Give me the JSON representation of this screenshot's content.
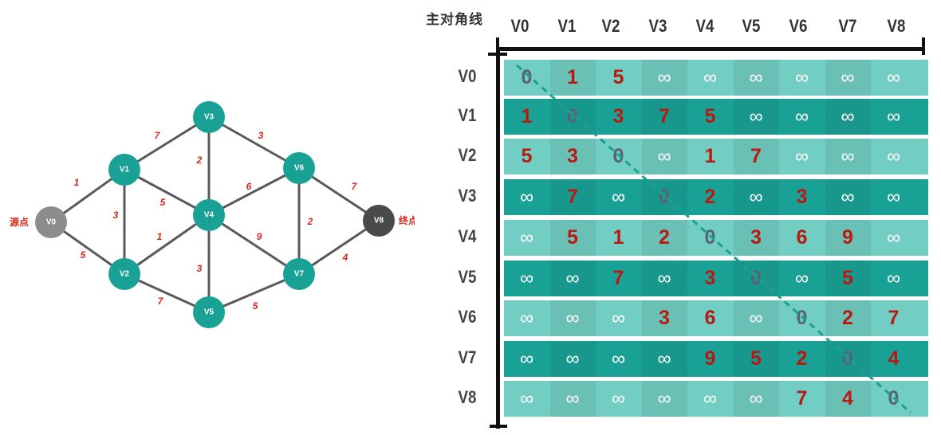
{
  "graph": {
    "source_label": "源点",
    "target_label": "终点",
    "nodes": [
      {
        "id": "V0",
        "color": "#8c8c8c"
      },
      {
        "id": "V1",
        "color": "#1aa196"
      },
      {
        "id": "V2",
        "color": "#1aa196"
      },
      {
        "id": "V3",
        "color": "#1aa196"
      },
      {
        "id": "V4",
        "color": "#1aa196"
      },
      {
        "id": "V5",
        "color": "#1aa196"
      },
      {
        "id": "V6",
        "color": "#1aa196"
      },
      {
        "id": "V7",
        "color": "#1aa196"
      },
      {
        "id": "V8",
        "color": "#4a4a4a"
      }
    ],
    "edges": [
      {
        "from": "V0",
        "to": "V1",
        "weight": "1"
      },
      {
        "from": "V0",
        "to": "V2",
        "weight": "5"
      },
      {
        "from": "V1",
        "to": "V3",
        "weight": "7"
      },
      {
        "from": "V1",
        "to": "V2",
        "weight": "3"
      },
      {
        "from": "V1",
        "to": "V4",
        "weight": "5"
      },
      {
        "from": "V2",
        "to": "V4",
        "weight": "1"
      },
      {
        "from": "V2",
        "to": "V5",
        "weight": "7"
      },
      {
        "from": "V3",
        "to": "V4",
        "weight": "2"
      },
      {
        "from": "V3",
        "to": "V6",
        "weight": "3"
      },
      {
        "from": "V4",
        "to": "V6",
        "weight": "6"
      },
      {
        "from": "V4",
        "to": "V7",
        "weight": "9"
      },
      {
        "from": "V4",
        "to": "V5",
        "weight": "3"
      },
      {
        "from": "V5",
        "to": "V7",
        "weight": "5"
      },
      {
        "from": "V6",
        "to": "V7",
        "weight": "2"
      },
      {
        "from": "V6",
        "to": "V8",
        "weight": "7"
      },
      {
        "from": "V7",
        "to": "V8",
        "weight": "4"
      }
    ]
  },
  "matrix": {
    "diagonal_label": "主对角线",
    "headers": [
      "V0",
      "V1",
      "V2",
      "V3",
      "V4",
      "V5",
      "V6",
      "V7",
      "V8"
    ],
    "rows": [
      [
        "0",
        "1",
        "5",
        "∞",
        "∞",
        "∞",
        "∞",
        "∞",
        "∞"
      ],
      [
        "1",
        "0",
        "3",
        "7",
        "5",
        "∞",
        "∞",
        "∞",
        "∞"
      ],
      [
        "5",
        "3",
        "0",
        "∞",
        "1",
        "7",
        "∞",
        "∞",
        "∞"
      ],
      [
        "∞",
        "7",
        "∞",
        "0",
        "2",
        "∞",
        "3",
        "∞",
        "∞"
      ],
      [
        "∞",
        "5",
        "1",
        "2",
        "0",
        "3",
        "6",
        "9",
        "∞"
      ],
      [
        "∞",
        "∞",
        "7",
        "∞",
        "3",
        "0",
        "∞",
        "5",
        "∞"
      ],
      [
        "∞",
        "∞",
        "∞",
        "3",
        "6",
        "∞",
        "0",
        "2",
        "7"
      ],
      [
        "∞",
        "∞",
        "∞",
        "∞",
        "9",
        "5",
        "2",
        "0",
        "4"
      ],
      [
        "∞",
        "∞",
        "∞",
        "∞",
        "∞",
        "∞",
        "7",
        "4",
        "0"
      ]
    ],
    "colors": {
      "row_light": "#72cdc2",
      "row_dark": "#1aa196",
      "diagonal_dashes": "#1aa196"
    }
  }
}
